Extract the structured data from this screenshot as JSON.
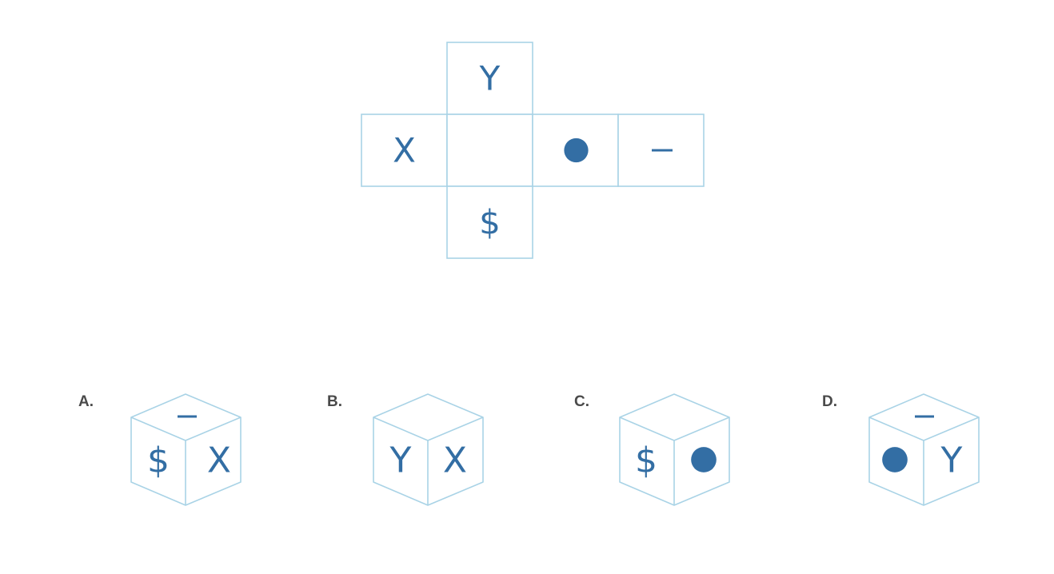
{
  "net": {
    "top": "Y",
    "left": "X",
    "center": "",
    "right": "circle",
    "far_right": "dash",
    "bottom": "$"
  },
  "options": [
    {
      "letter": "A.",
      "top": "dash",
      "left": "$",
      "right": "X"
    },
    {
      "letter": "B.",
      "top": "",
      "left": "Y",
      "right": "X"
    },
    {
      "letter": "C.",
      "top": "",
      "left": "$",
      "right": "circle"
    },
    {
      "letter": "D.",
      "top": "dash",
      "left": "circle",
      "right": "Y"
    }
  ],
  "colors": {
    "symbol": "#336ea4",
    "outline": "#a9d3e6",
    "label": "#4a4a4a"
  }
}
